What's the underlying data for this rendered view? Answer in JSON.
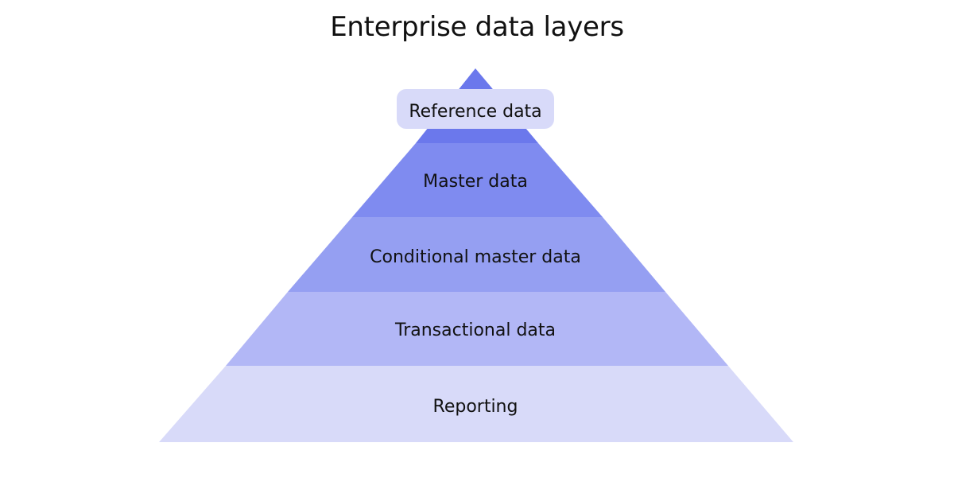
{
  "title": "Enterprise data layers",
  "layers": [
    {
      "label": "Reference data",
      "color": "#6b78ec"
    },
    {
      "label": "Master data",
      "color": "#7f8bf0"
    },
    {
      "label": "Conditional master data",
      "color": "#959ff2"
    },
    {
      "label": "Transactional data",
      "color": "#b2b7f6"
    },
    {
      "label": "Reporting",
      "color": "#d8daf9"
    }
  ],
  "top_label_pill_color": "#d8daf9"
}
